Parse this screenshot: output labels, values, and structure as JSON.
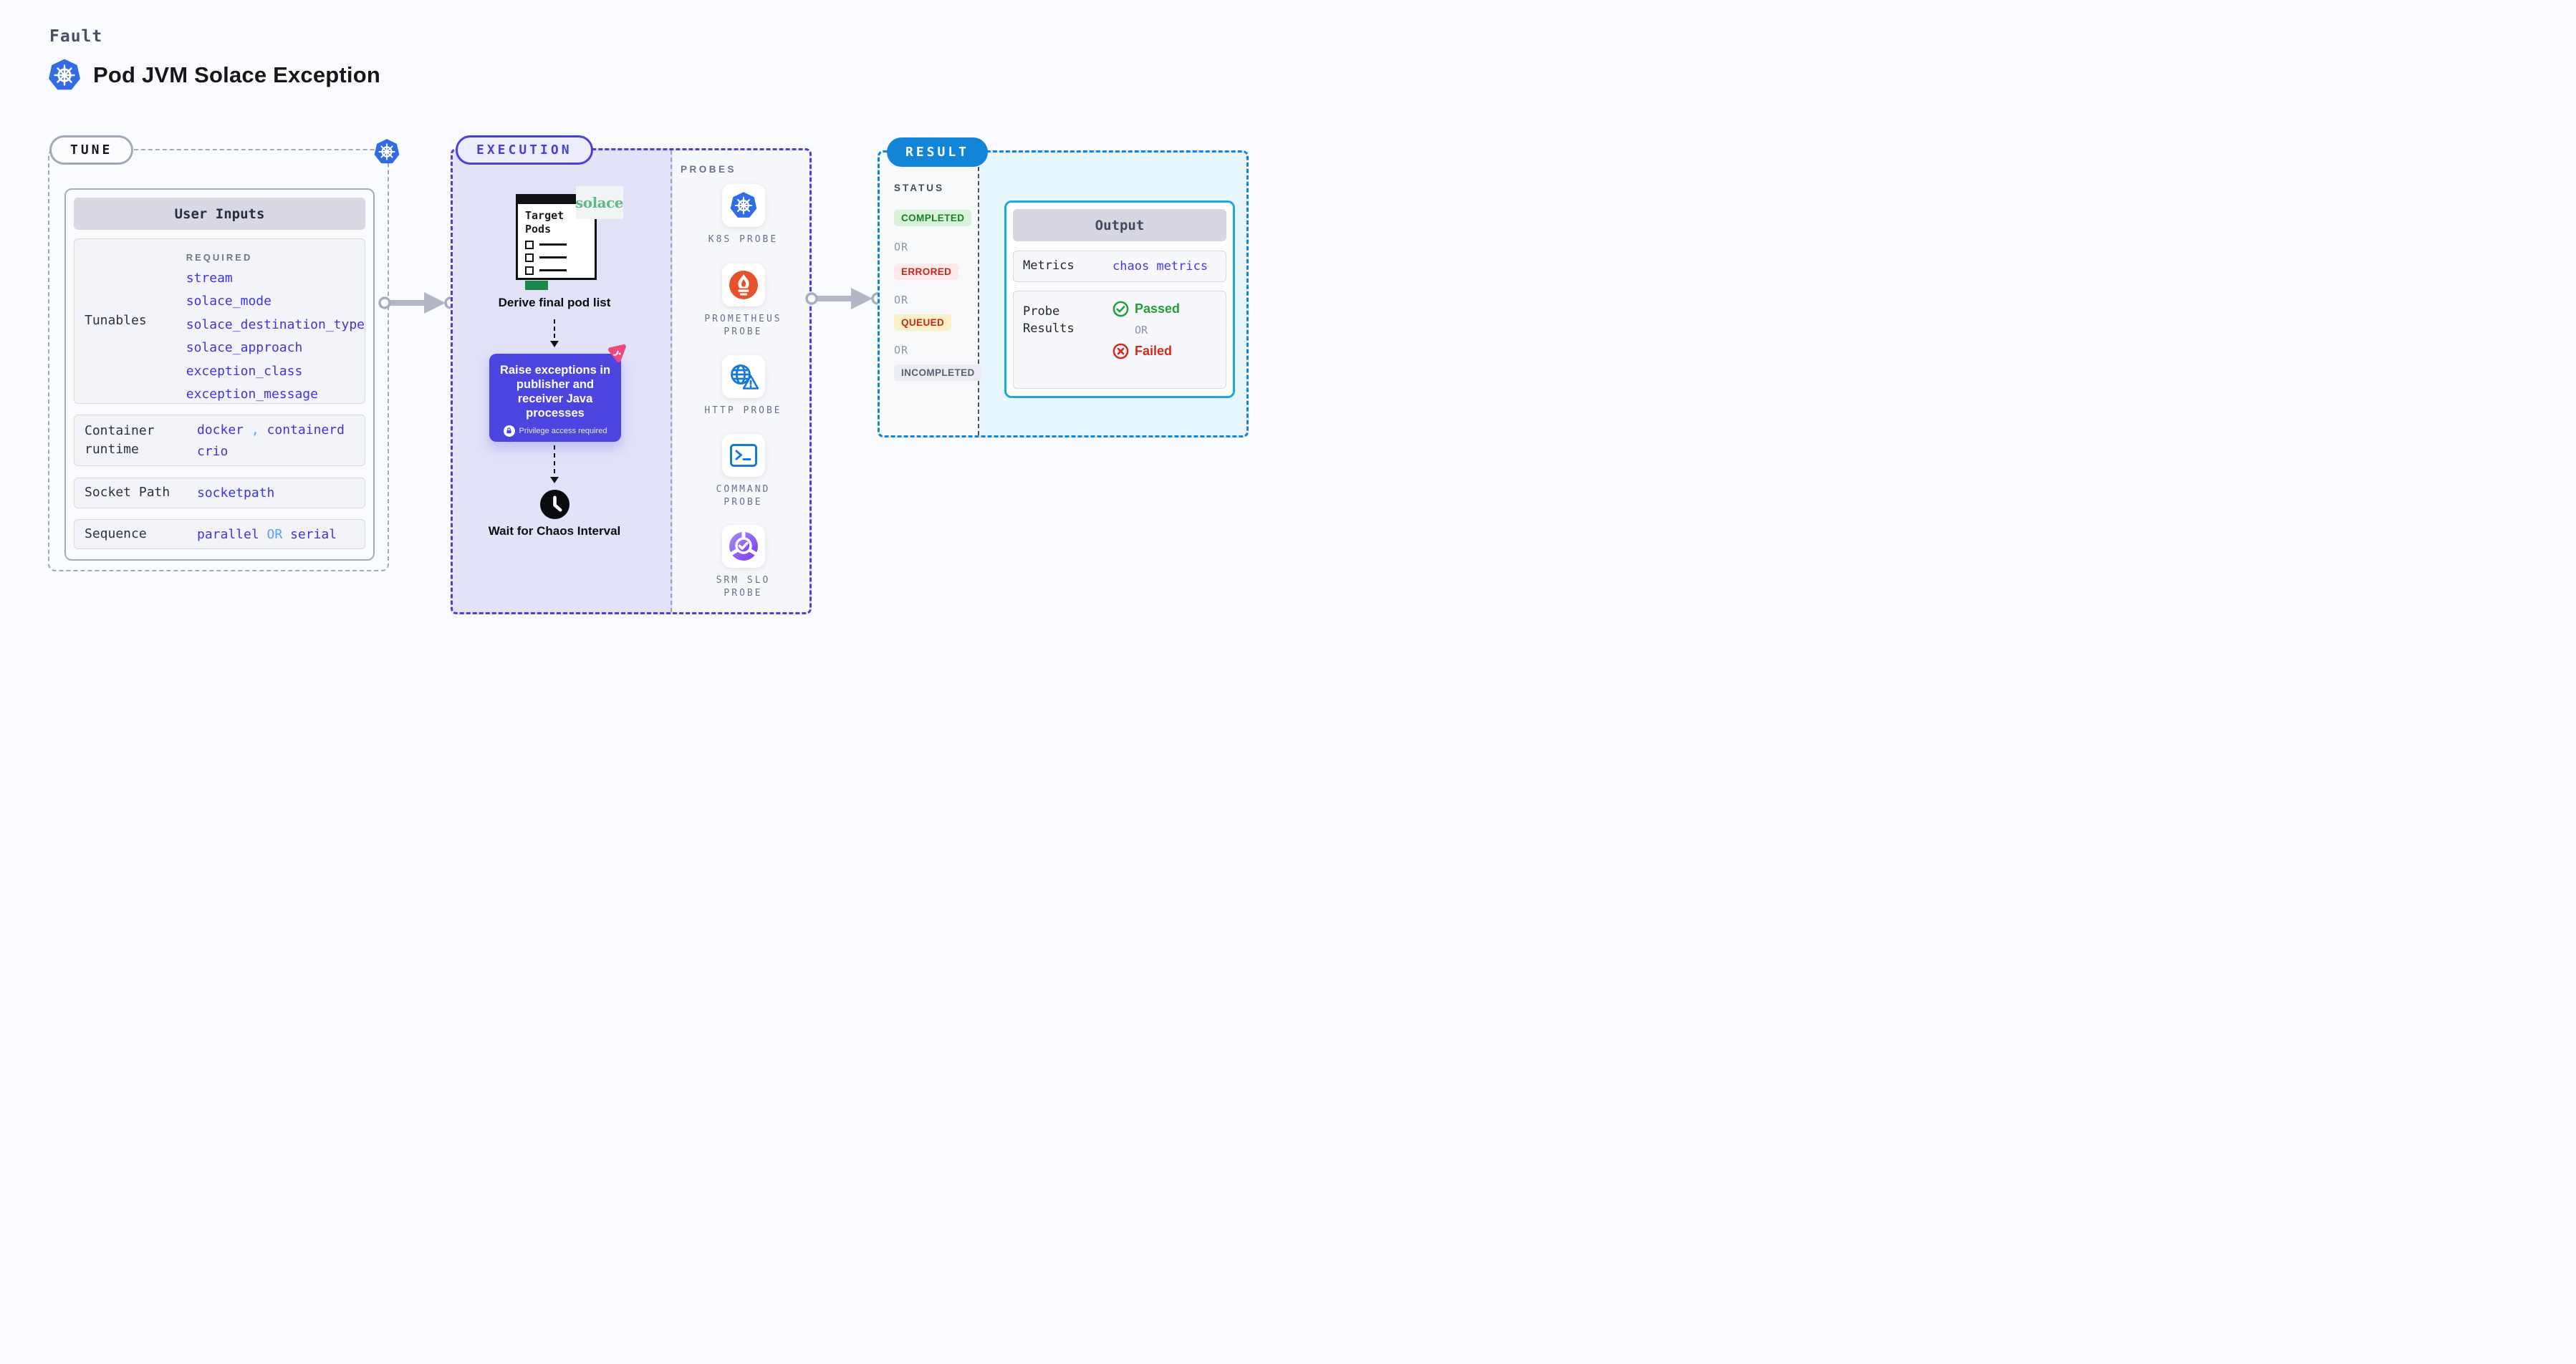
{
  "header": {
    "eyebrow": "Fault",
    "title": "Pod JVM Solace Exception"
  },
  "tune": {
    "badge": "TUNE",
    "user_inputs": {
      "header": "User Inputs",
      "tunables_label": "Tunables",
      "required_label": "REQUIRED",
      "tunables": [
        "stream",
        "solace_mode",
        "solace_destination_type",
        "solace_approach",
        "exception_class",
        "exception_message"
      ],
      "container_runtime_label": "Container runtime",
      "runtime_value_1": "docker",
      "runtime_separator": ",",
      "runtime_value_2": "containerd",
      "runtime_value_3": "crio",
      "socket_path_label": "Socket Path",
      "socket_path_value": "socketpath",
      "sequence_label": "Sequence",
      "sequence_value_1": "parallel",
      "sequence_or": "OR",
      "sequence_value_2": "serial"
    }
  },
  "execution": {
    "badge": "EXECUTION",
    "target_pods_title": "Target Pods",
    "solace_logo_text": "solace",
    "derive_label": "Derive final pod list",
    "raise_text": "Raise exceptions in publisher and receiver Java processes",
    "privilege_note": "Privilege access required",
    "wait_label": "Wait for Chaos Interval"
  },
  "probes": {
    "label": "PROBES",
    "items": [
      {
        "label": "K8S PROBE",
        "icon": "kubernetes-icon"
      },
      {
        "label": "PROMETHEUS PROBE",
        "icon": "prometheus-icon"
      },
      {
        "label": "HTTP PROBE",
        "icon": "http-globe-warning-icon"
      },
      {
        "label": "COMMAND PROBE",
        "icon": "terminal-icon"
      },
      {
        "label": "SRM SLO PROBE",
        "icon": "slo-donut-check-icon"
      }
    ]
  },
  "result": {
    "badge": "RESULT",
    "status_label": "STATUS",
    "or_label": "OR",
    "badges": [
      {
        "label": "COMPLETED",
        "type": "success"
      },
      {
        "label": "ERRORED",
        "type": "error"
      },
      {
        "label": "QUEUED",
        "type": "queued"
      },
      {
        "label": "INCOMPLETED",
        "type": "incomplete"
      }
    ],
    "output": {
      "header": "Output",
      "metrics_label": "Metrics",
      "metrics_value": "chaos metrics",
      "probe_results_label": "Probe Results",
      "passed_label": "Passed",
      "or_label": "OR",
      "failed_label": "Failed"
    }
  },
  "colors": {
    "background": "#FAFBFE",
    "indigo_accent": "#4840D8",
    "raise_box": "#4B44DE",
    "lavender_panel": "#E2E2F9",
    "tunable_blue": "#3D34E1",
    "light_blue_or": "#54A0F8",
    "result_blue": "#1385D8",
    "output_cyan_border": "#1CA9DD",
    "cyan_panel": "#E7F6FC",
    "success_green": "#178021",
    "passed_green": "#1FA038",
    "failed_red": "#D7281D",
    "kubernetes_blue": "#326CE5",
    "prometheus_orange": "#E6522C",
    "solace_green": "#5CBA8A",
    "litmus_pink": "#F0487E"
  }
}
